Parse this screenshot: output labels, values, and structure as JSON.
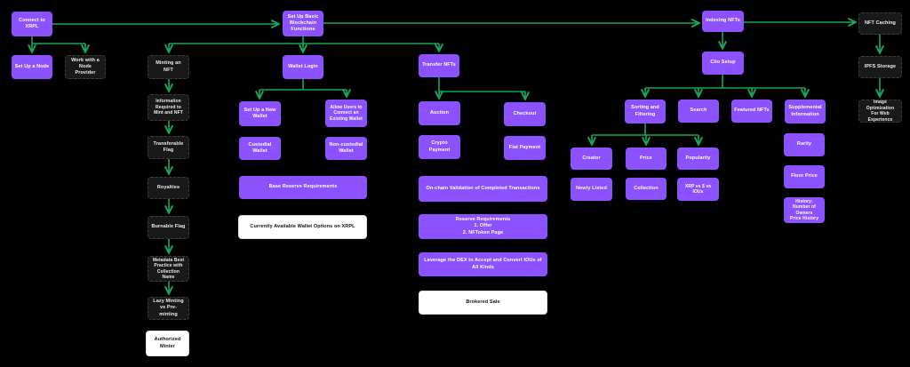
{
  "colors": {
    "background": "#000000",
    "node_purple": "#8c52ff",
    "node_dark": "#191919",
    "node_white": "#ffffff",
    "connector_green": "#16a85a",
    "text_light": "#ffffff",
    "text_dark": "#111111"
  },
  "flowchart": {
    "nodes": {
      "connect_xrpl": "Connect to XRPL",
      "set_up_a_node": "Set Up a Node",
      "work_with_node_provider": "Work with a Node Provider",
      "minting_an_nft": "Minting an NFT",
      "information_required": "Information Required to Mint and NFT",
      "transferable_flag": "Transferable Flag",
      "royalties": "Royalties",
      "burnable_flag": "Burnable Flag",
      "metadata_best_practice": "Metadata Best Practice with Collection Name",
      "lazy_minting": "Lazy Minting vs Pre-minting",
      "authorized_minter": "Authorized Minter",
      "set_up_basic": "Set Up Basic Blockchain Functions",
      "wallet_login": "Wallet Login",
      "set_up_new_wallet": "Set Up a New Wallet",
      "allow_users_connect": "Allow Users to Connect an Existing Wallet",
      "custodial_wallet": "Custodial Wallet",
      "non_custodial_wallet": "Non-custodial Wallet",
      "base_reserve": "Base Reserve Requirements",
      "wallet_options": "Currently Available Wallet Options on XRPL",
      "transfer_nfts": "Transfer NFTs",
      "auction": "Auction",
      "checkout": "Checkout",
      "crypto_payment": "Crypto Payment",
      "fiat_payment": "Fiat Payment",
      "onchain_validation": "On-chain Validation of Completed Transactions",
      "reserve_requirements_line1": "Reserve Requirements",
      "reserve_requirements_line2": "1. Offer",
      "reserve_requirements_line3": "2. NFToken Page",
      "leverage_dex": "Leverage the DEX to Accept and Convert IOUs of All Kinds",
      "brokered_sale": "Brokered Sale",
      "indexing_nfts": "Indexing NFTs",
      "clio_setup": "Clio Setup",
      "sorting_filtering": "Sorting and Filtering",
      "search": "Search",
      "featured_nfts": "Featured NFTs",
      "supplemental_info": "Supplemental Information",
      "creator": "Creator",
      "price": "Price",
      "popularity": "Popularity",
      "newly_listed": "Newly Listed",
      "collection": "Collection",
      "xrp_vs_usd_vs_ious": "XRP vs $ vs IOUs",
      "rarity": "Rarity",
      "floor_price": "Floor Price",
      "history_line1": "History:",
      "history_line2": "Number of Owners",
      "history_line3": "Price History",
      "nft_caching": "NFT Caching",
      "ipfs_storage": "IPFS Storage",
      "image_optimization": "Image Optimization For Web Experience"
    }
  }
}
